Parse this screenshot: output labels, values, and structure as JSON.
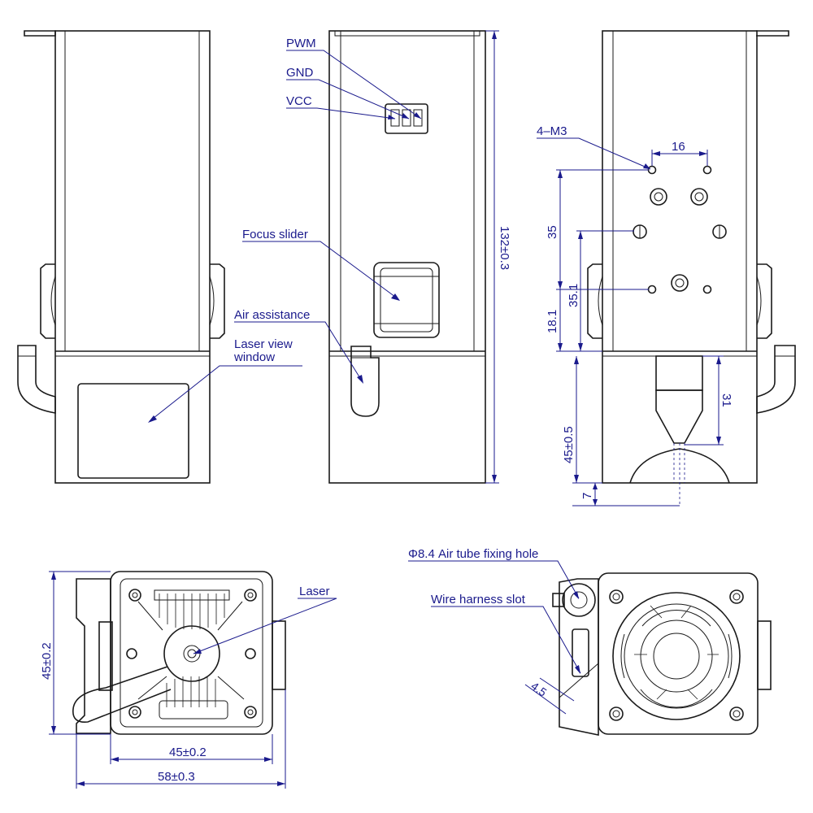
{
  "labels": {
    "pwm": "PWM",
    "gnd": "GND",
    "vcc": "VCC",
    "focus_slider": "Focus slider",
    "air_assistance": "Air assistance",
    "laser_view_1": "Laser view",
    "laser_view_2": "window",
    "m3": "4–M3",
    "laser": "Laser",
    "air_tube_hole": "Φ8.4 Air tube fixing hole",
    "wire_harness_slot": "Wire harness slot"
  },
  "dimensions": {
    "height_total": "132±0.3",
    "hole_spacing_16": "16",
    "d35": "35",
    "d35_1": "35.1",
    "d18_1": "18.1",
    "d31": "31",
    "d45_05": "45±0.5",
    "d7": "7",
    "side_height_45": "45±0.2",
    "width_45": "45±0.2",
    "width_58": "58±0.3",
    "slot_45": "4.5"
  },
  "colors": {
    "annotation": "#1a1a8c",
    "outline": "#1a1a1a"
  }
}
